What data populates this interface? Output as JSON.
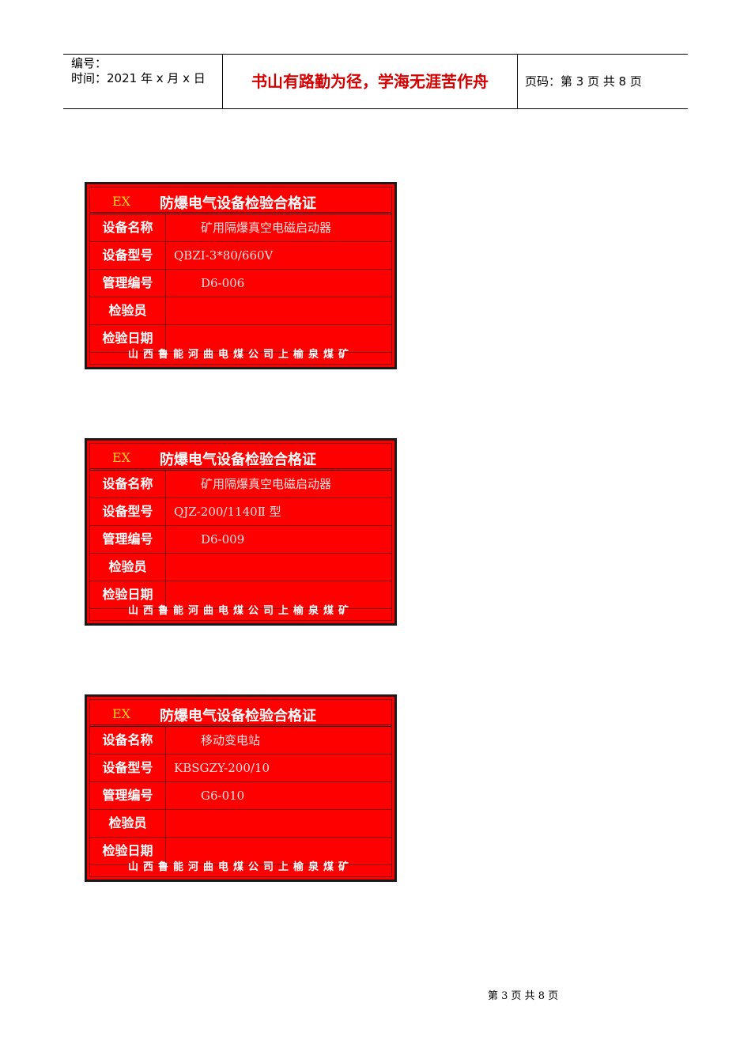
{
  "header": {
    "number_label": "编号：",
    "time_label": "时间：2021 年 x 月 x 日",
    "motto": "书山有路勤为径，学海无涯苦作舟",
    "page_info": "页码：第 3 页  共 8 页"
  },
  "certificates": [
    {
      "ex": "EX",
      "title": "防爆电气设备检验合格证",
      "rows": [
        {
          "label": "设备名称",
          "value": "矿用隔爆真空电磁启动器"
        },
        {
          "label": "设备型号",
          "value": "QBZI-3*80/660V"
        },
        {
          "label": "管理编号",
          "value": "D6-006"
        },
        {
          "label": "检验员",
          "value": ""
        },
        {
          "label": "检验日期",
          "value": ""
        }
      ],
      "footer": "山西鲁能河曲电煤公司上榆泉煤矿"
    },
    {
      "ex": "EX",
      "title": "防爆电气设备检验合格证",
      "rows": [
        {
          "label": "设备名称",
          "value": "矿用隔爆真空电磁启动器"
        },
        {
          "label": "设备型号",
          "value": "QJZ-200/1140Ⅱ 型"
        },
        {
          "label": "管理编号",
          "value": "D6-009"
        },
        {
          "label": "检验员",
          "value": ""
        },
        {
          "label": "检验日期",
          "value": ""
        }
      ],
      "footer": "山西鲁能河曲电煤公司上榆泉煤矿"
    },
    {
      "ex": "EX",
      "title": "防爆电气设备检验合格证",
      "rows": [
        {
          "label": "设备名称",
          "value": "移动变电站"
        },
        {
          "label": "设备型号",
          "value": "KBSGZY-200/10"
        },
        {
          "label": "管理编号",
          "value": "G6-010"
        },
        {
          "label": "检验员",
          "value": ""
        },
        {
          "label": "检验日期",
          "value": ""
        }
      ],
      "footer": "山西鲁能河曲电煤公司上榆泉煤矿"
    }
  ],
  "page_footer": "第 3 页 共 8 页",
  "colors": {
    "card_red": "#ff0000",
    "ex_yellow": "#ffd21a",
    "motto_red": "#d40000"
  }
}
